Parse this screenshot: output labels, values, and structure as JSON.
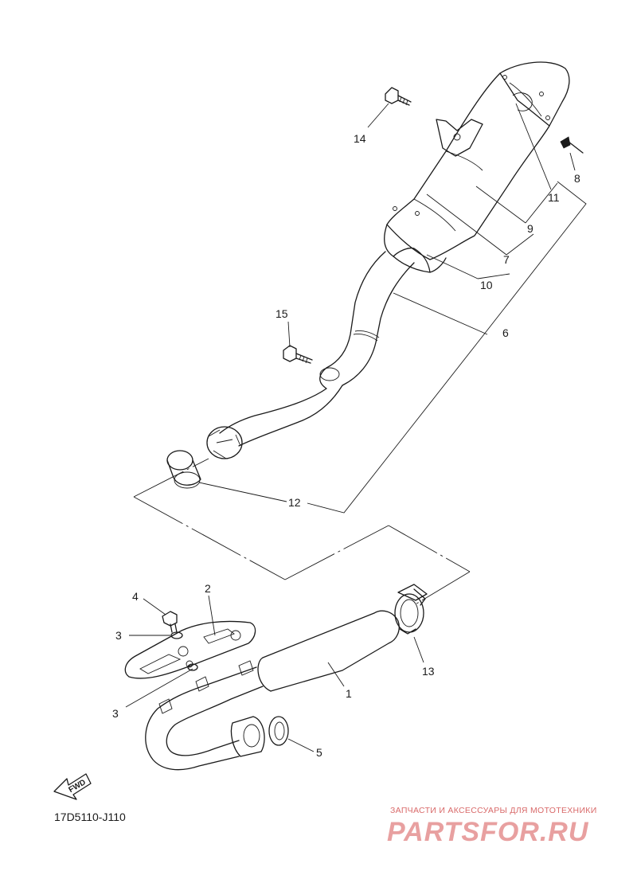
{
  "diagram": {
    "code": "17D5110-J110",
    "fwd_label": "FWD",
    "callouts": [
      {
        "id": "1",
        "label": "1"
      },
      {
        "id": "2",
        "label": "2"
      },
      {
        "id": "3a",
        "label": "3"
      },
      {
        "id": "3b",
        "label": "3"
      },
      {
        "id": "4",
        "label": "4"
      },
      {
        "id": "5",
        "label": "5"
      },
      {
        "id": "6",
        "label": "6"
      },
      {
        "id": "7",
        "label": "7"
      },
      {
        "id": "8",
        "label": "8"
      },
      {
        "id": "9",
        "label": "9"
      },
      {
        "id": "10",
        "label": "10"
      },
      {
        "id": "11",
        "label": "11"
      },
      {
        "id": "12",
        "label": "12"
      },
      {
        "id": "13",
        "label": "13"
      },
      {
        "id": "14",
        "label": "14"
      },
      {
        "id": "15",
        "label": "15"
      }
    ]
  },
  "watermark": {
    "tagline": "ЗАПЧАСТИ И АКСЕССУАРЫ ДЛЯ МОТОТЕХНИКИ",
    "brand": "PARTSFOR.RU",
    "color": "#e8a0a0"
  }
}
